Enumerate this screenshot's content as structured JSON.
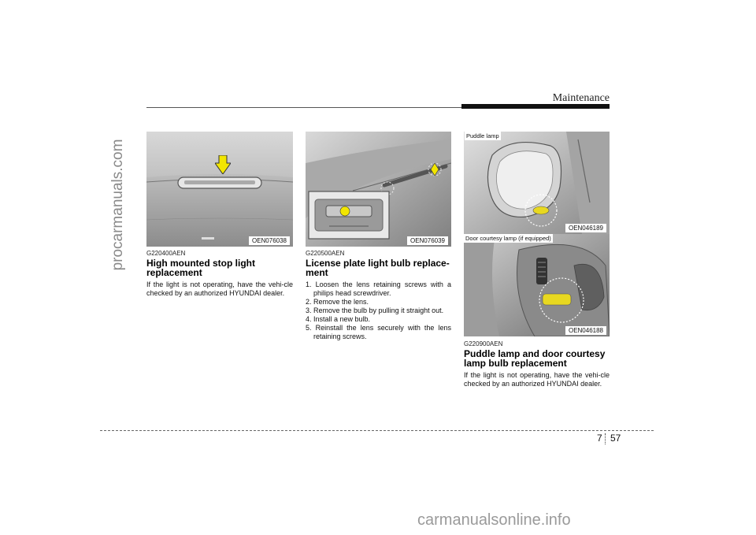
{
  "watermarks": {
    "side": "procarmanuals.com",
    "bottom": "carmanualsonline.info"
  },
  "header": {
    "section_title": "Maintenance"
  },
  "sections": [
    {
      "figure_code": "OEN076038",
      "code": "G220400AEN",
      "heading": "High mounted stop light replacement",
      "body": "If the light is not operating, have the vehi-cle checked by an authorized HYUNDAI dealer."
    },
    {
      "figure_code": "OEN076039",
      "code": "G220500AEN",
      "heading": "License plate light bulb replace-ment",
      "steps": [
        "1. Loosen the lens retaining screws with a philips head screwdriver.",
        "2. Remove the lens.",
        "3. Remove the bulb by pulling it straight out.",
        "4. Install a new bulb.",
        "5. Reinstall the lens securely with the lens retaining screws."
      ]
    },
    {
      "figure_top_label": "Puddle lamp",
      "figure_top_code": "OEN046189",
      "figure_bottom_label": "Door courtesy lamp (if equipped)",
      "figure_bottom_code": "OEN046188",
      "code": "G220900AEN",
      "heading": "Puddle lamp and door courtesy lamp bulb replacement",
      "body": "If the light is not operating, have the vehi-cle checked by an authorized HYUNDAI dealer."
    }
  ],
  "footer": {
    "chapter": "7",
    "page": "57"
  },
  "colors": {
    "accent_arrow": "#f2e600",
    "highlight": "#e8d820"
  }
}
